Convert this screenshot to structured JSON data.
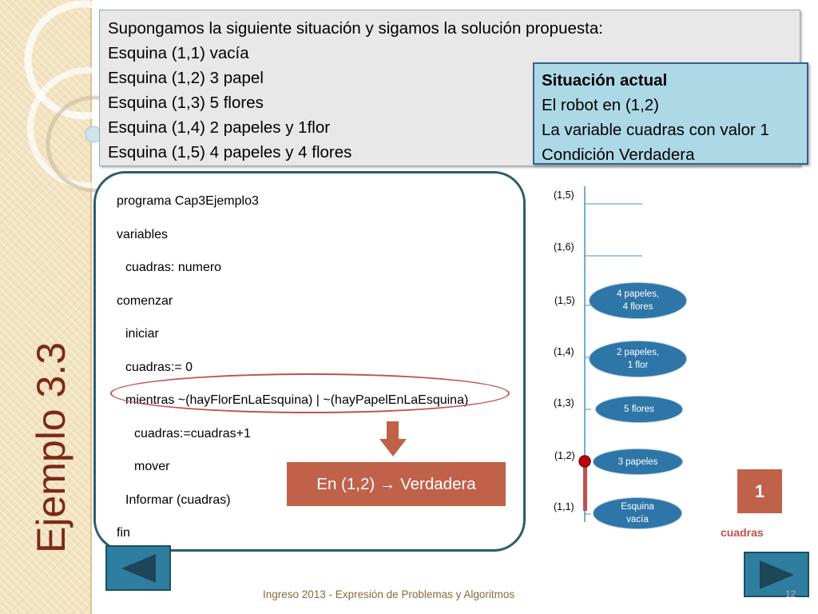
{
  "sidebar": {
    "title": "Ejemplo 3.3"
  },
  "situation": {
    "lines": [
      "Supongamos la siguiente situación y sigamos la solución propuesta:",
      "Esquina (1,1) vacía",
      "Esquina (1,2) 3 papel",
      "Esquina (1,3) 5 flores",
      "Esquina (1,4) 2 papeles y 1flor",
      "Esquina (1,5) 4 papeles y 4 flores"
    ]
  },
  "status": {
    "heading": "Situación actual",
    "lines": [
      "El robot en (1,2)",
      "La variable cuadras con valor 1",
      "Condición Verdadera"
    ]
  },
  "code": {
    "lines": [
      "programa Cap3Ejemplo3",
      "variables",
      "cuadras: numero",
      "comenzar",
      "iniciar",
      "cuadras:= 0",
      "mientras ~(hayFlorEnLaEsquina) |  ~(hayPapelEnLaEsquina)",
      "cuadras:=cuadras+1",
      "mover",
      "Informar (cuadras)",
      "fin"
    ]
  },
  "evaluation": {
    "text": "En (1,2) → Verdadera"
  },
  "street": {
    "corners": [
      "(1,5)",
      "(1,6)",
      "(1,5)",
      "(1,4)",
      "(1,3)",
      "(1,2)",
      "(1,1)"
    ],
    "contents": [
      "4 papeles,\n4 flores",
      "2 papeles,\n1 flor",
      "5 flores",
      "3 papeles",
      "Esquina\nvacía"
    ],
    "robot_corner": "(1,2)"
  },
  "variable": {
    "value": "1",
    "name": "cuadras"
  },
  "footer": {
    "text": "Ingreso 2013 - Expresión de Problemas y Algoritmos",
    "page": "12"
  },
  "colors": {
    "accent": "#c0614a",
    "dark_blue": "#2e75a8",
    "title": "#7a2a17",
    "status_bg": "#add8e6"
  },
  "icons": {
    "prev": "left-arrow-icon",
    "next": "right-arrow-icon"
  }
}
